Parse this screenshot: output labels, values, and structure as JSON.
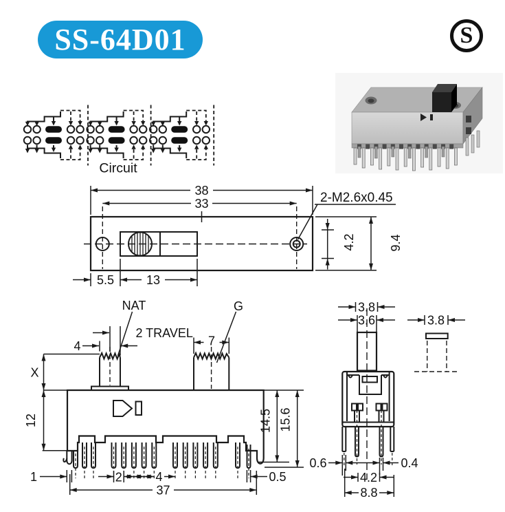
{
  "header": {
    "part_number": "SS-64D01",
    "logo_letter": "S"
  },
  "circuit": {
    "label": "Circuit"
  },
  "top_view": {
    "dim_total_width": "38",
    "dim_hole_span": "33",
    "screw_spec": "2-M2.6x0.45",
    "dim_slot_height": "4.2",
    "dim_body_height": "9.4",
    "dim_left_offset": "5.5",
    "dim_slot_width": "13"
  },
  "front_view": {
    "label_nat": "NAT",
    "label_travel": "2 TRAVEL",
    "label_g": "G",
    "dim_knob_width": "4",
    "dim_knob2_width": "7",
    "dim_x": "X",
    "dim_body_height": "12",
    "dim_pin_depth": "14.5",
    "dim_total_height": "15.6",
    "dim_lug_width": "1",
    "dim_pin_pitch": "2",
    "dim_group_gap": "4",
    "dim_total_width": "37",
    "dim_pin_width": "0.5"
  },
  "side_view": {
    "dim_knob_top": "3.8",
    "dim_knob_width": "3.6",
    "dim_key_width": "3.8",
    "dim_leg_width": "0.6",
    "dim_pin_width": "0.4",
    "dim_pin_span": "4.2",
    "dim_body_width": "8.8"
  }
}
